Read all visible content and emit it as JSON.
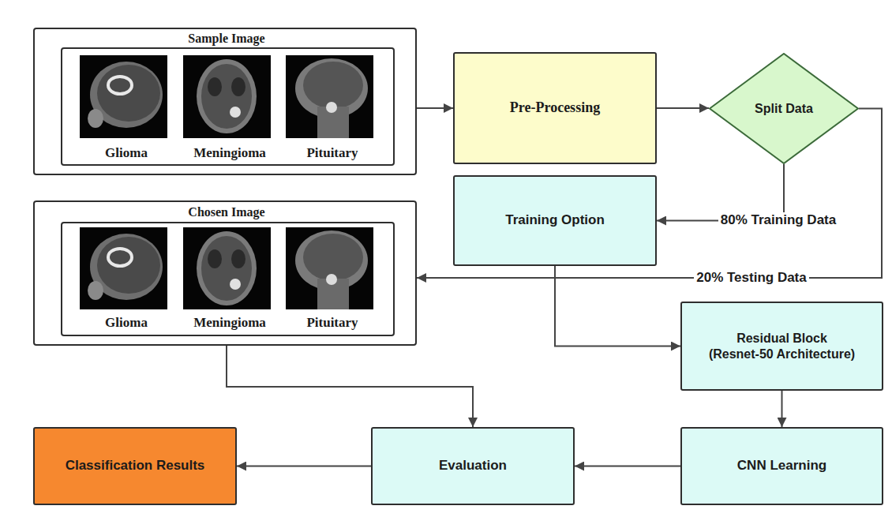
{
  "diagram": {
    "nodes": [
      {
        "text": [
          "Sample Image"
        ]
      },
      {
        "text": [
          "Glioma",
          "Meningioma",
          "Pituitary"
        ],
        "in": 0
      },
      {
        "text": [
          "Pre-Processing"
        ]
      },
      {
        "text": [
          "Split Data"
        ]
      },
      {
        "text": [
          "Training Option"
        ]
      },
      {
        "text": [
          "Chosen Image"
        ]
      },
      {
        "text": [
          "Glioma",
          "Meningioma",
          "Pituitary"
        ],
        "in": 5
      },
      {
        "text": [
          "Residual Block",
          "(Resnet-50 Architecture)"
        ]
      },
      {
        "text": [
          "CNN Learning"
        ]
      },
      {
        "text": [
          "Evaluation"
        ]
      },
      {
        "text": [
          "Classification Results"
        ]
      }
    ],
    "edges": [
      {
        "from": 0,
        "to": 2,
        "arrow": "to"
      },
      {
        "from": 2,
        "to": 3,
        "arrow": "to"
      },
      {
        "from": 3,
        "to": 4,
        "label": "80% Training Data",
        "arrow": "to"
      },
      {
        "from": 3,
        "to": 5,
        "label": "20% Testing Data",
        "arrow": "to"
      },
      {
        "from": 4,
        "to": 7,
        "arrow": "to"
      },
      {
        "from": 7,
        "to": 8,
        "arrow": "to"
      },
      {
        "from": 8,
        "to": 9,
        "arrow": "to"
      },
      {
        "from": 9,
        "to": 10,
        "arrow": "to"
      },
      {
        "from": 5,
        "to": 9,
        "arrow": "to"
      }
    ]
  }
}
